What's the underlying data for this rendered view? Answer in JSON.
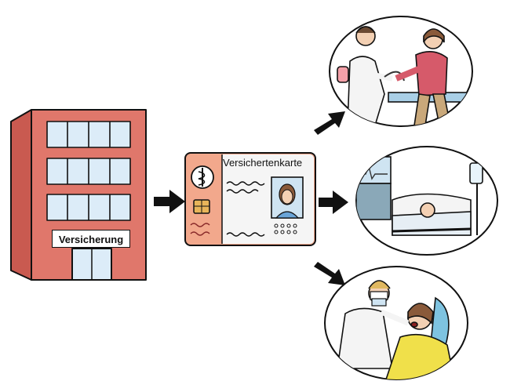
{
  "building": {
    "label": "Versicherung"
  },
  "card": {
    "title": "Versichertenkarte"
  },
  "scenes": [
    {
      "id": "doctor-checkup",
      "icon": "doctor-checkup-icon"
    },
    {
      "id": "hospital-bed",
      "icon": "hospital-bed-icon"
    },
    {
      "id": "dentist",
      "icon": "dentist-icon"
    }
  ],
  "colors": {
    "building": "#e0776b",
    "outline": "#111111",
    "window": "#dcecf8",
    "card": "#f2a88c",
    "card_panel": "#f5f5f5",
    "chip": "#e8b55a",
    "patient_top": "#d65a6a",
    "dentist_patient": "#f0e04a",
    "scrubs": "#7ec3e0"
  }
}
